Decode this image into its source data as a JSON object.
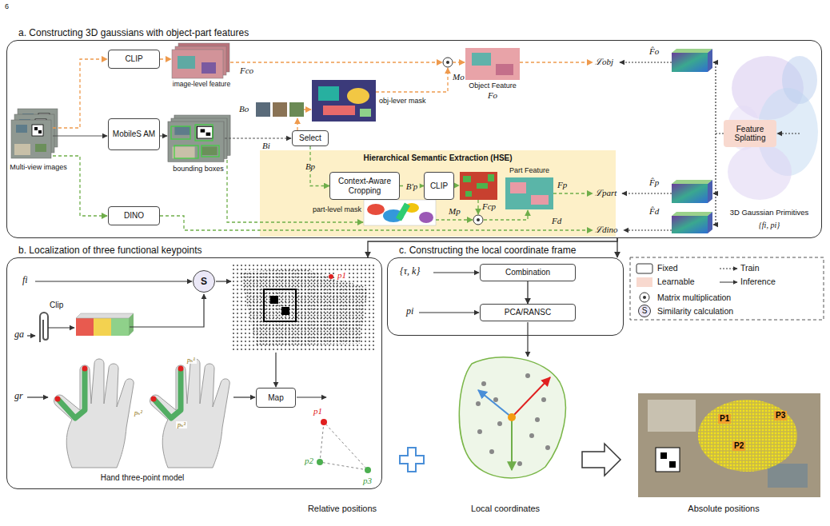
{
  "diagram": {
    "nodes": [
      {
        "text": [
          "a. Constructing 3D gaussians with object-part features"
        ]
      },
      {
        "text": [
          "CLIP"
        ],
        "in": 0
      },
      {
        "text": [
          "MobileS AM"
        ],
        "in": 0
      },
      {
        "text": [
          "DINO"
        ],
        "in": 0
      },
      {
        "text": [
          "Select"
        ],
        "in": 0
      },
      {
        "text": [
          "Hierarchical Semantic Extraction (HSE)"
        ],
        "in": 0
      },
      {
        "text": [
          "Context-Aware Cropping"
        ],
        "in": 5
      },
      {
        "text": [
          "CLIP"
        ],
        "in": 5
      },
      {
        "text": [
          "Feature Splatting"
        ],
        "in": 0
      },
      {
        "text": [
          "b. Localization of three functional keypoints"
        ]
      },
      {
        "text": [
          "S"
        ],
        "in": 9
      },
      {
        "text": [
          "Map"
        ],
        "in": 9
      },
      {
        "text": [
          "c. Constructing the local coordinate frame"
        ]
      },
      {
        "text": [
          "Combination"
        ],
        "in": 12
      },
      {
        "text": [
          "PCA/RANSC"
        ],
        "in": 12
      }
    ],
    "edges": [
      {
        "from": 4,
        "to": 6,
        "label": "Bp",
        "arrow": "to"
      },
      {
        "from": 6,
        "to": 7,
        "label": "B'p",
        "arrow": "to"
      },
      {
        "from": 13,
        "to": 14,
        "arrow": "to"
      },
      {
        "from": 0,
        "to": 9,
        "arrow": "to"
      },
      {
        "from": 0,
        "to": 12,
        "arrow": "to"
      }
    ],
    "labels": [
      "6",
      "Multi-view images",
      "image-level feature",
      "Fco",
      "Mo",
      "Object Feature",
      "Fo",
      "ℒobj",
      "F̂o",
      "obj-lever mask",
      "Bo",
      "Bi",
      "bounding boxes",
      "Fcp",
      "Part Feature",
      "Fp",
      "Mp",
      "part-level mask",
      "ℒpart",
      "F̂p",
      "Fd",
      "ℒdino",
      "F̂d",
      "3D Gaussian Primitives",
      "{fi, pi}",
      "fi",
      "Clip",
      "ga",
      "gr",
      "p1",
      "pₕ¹",
      "pₕ²",
      "pₕ³",
      "Hand three-point model",
      "p1",
      "p2",
      "p3",
      "Relative positions",
      "{τ, k}",
      "pi",
      "Local coordinates",
      "P1",
      "P2",
      "P3",
      "Absolute positions",
      "S"
    ],
    "legend": [
      {
        "text": "Fixed"
      },
      {
        "text": "Train"
      },
      {
        "text": "Learnable",
        "color": "#f8d9cf"
      },
      {
        "text": "Inference"
      },
      {
        "text": "Matrix multiplication"
      },
      {
        "text": "Similarity calculation"
      }
    ]
  }
}
